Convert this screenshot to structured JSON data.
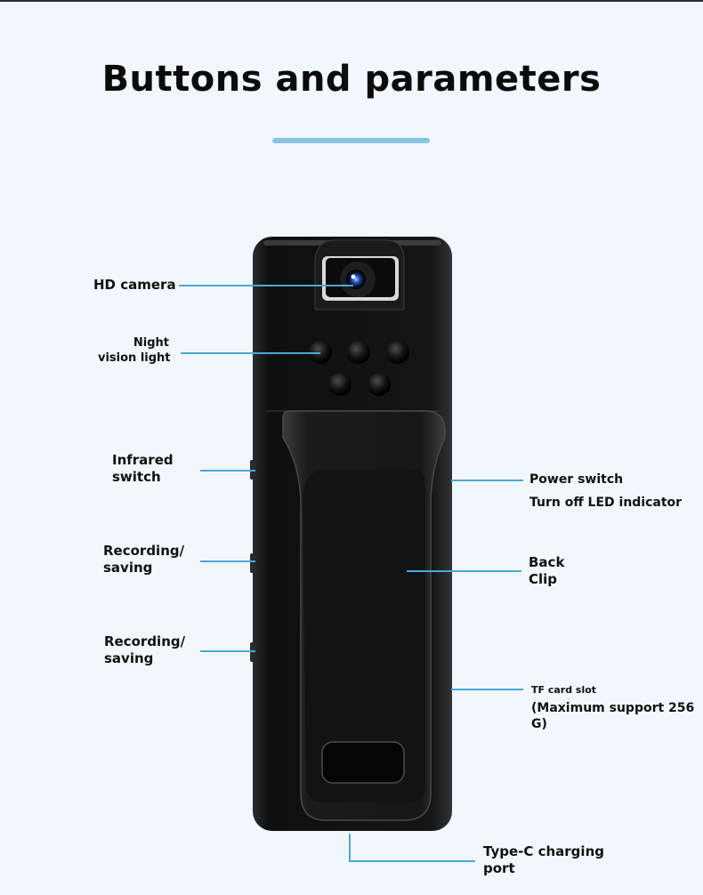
{
  "title": "Buttons and parameters",
  "accent_color": "#4aa9d3",
  "callouts": {
    "hd_camera": "HD camera",
    "night_vision_1": "Night",
    "night_vision_2": "vision light",
    "infrared_1": "Infrared",
    "infrared_2": "switch",
    "recording1_1": "Recording/",
    "recording1_2": "saving",
    "recording2_1": "Recording/",
    "recording2_2": "saving",
    "power_switch": "Power switch",
    "led_indicator": "Turn off LED indicator",
    "back_clip_1": "Back",
    "back_clip_2": "Clip",
    "tf_slot": "TF card slot",
    "tf_max_1": "(Maximum support 256",
    "tf_max_2": "G)",
    "typec_1": "Type-C charging",
    "typec_2": "port"
  }
}
